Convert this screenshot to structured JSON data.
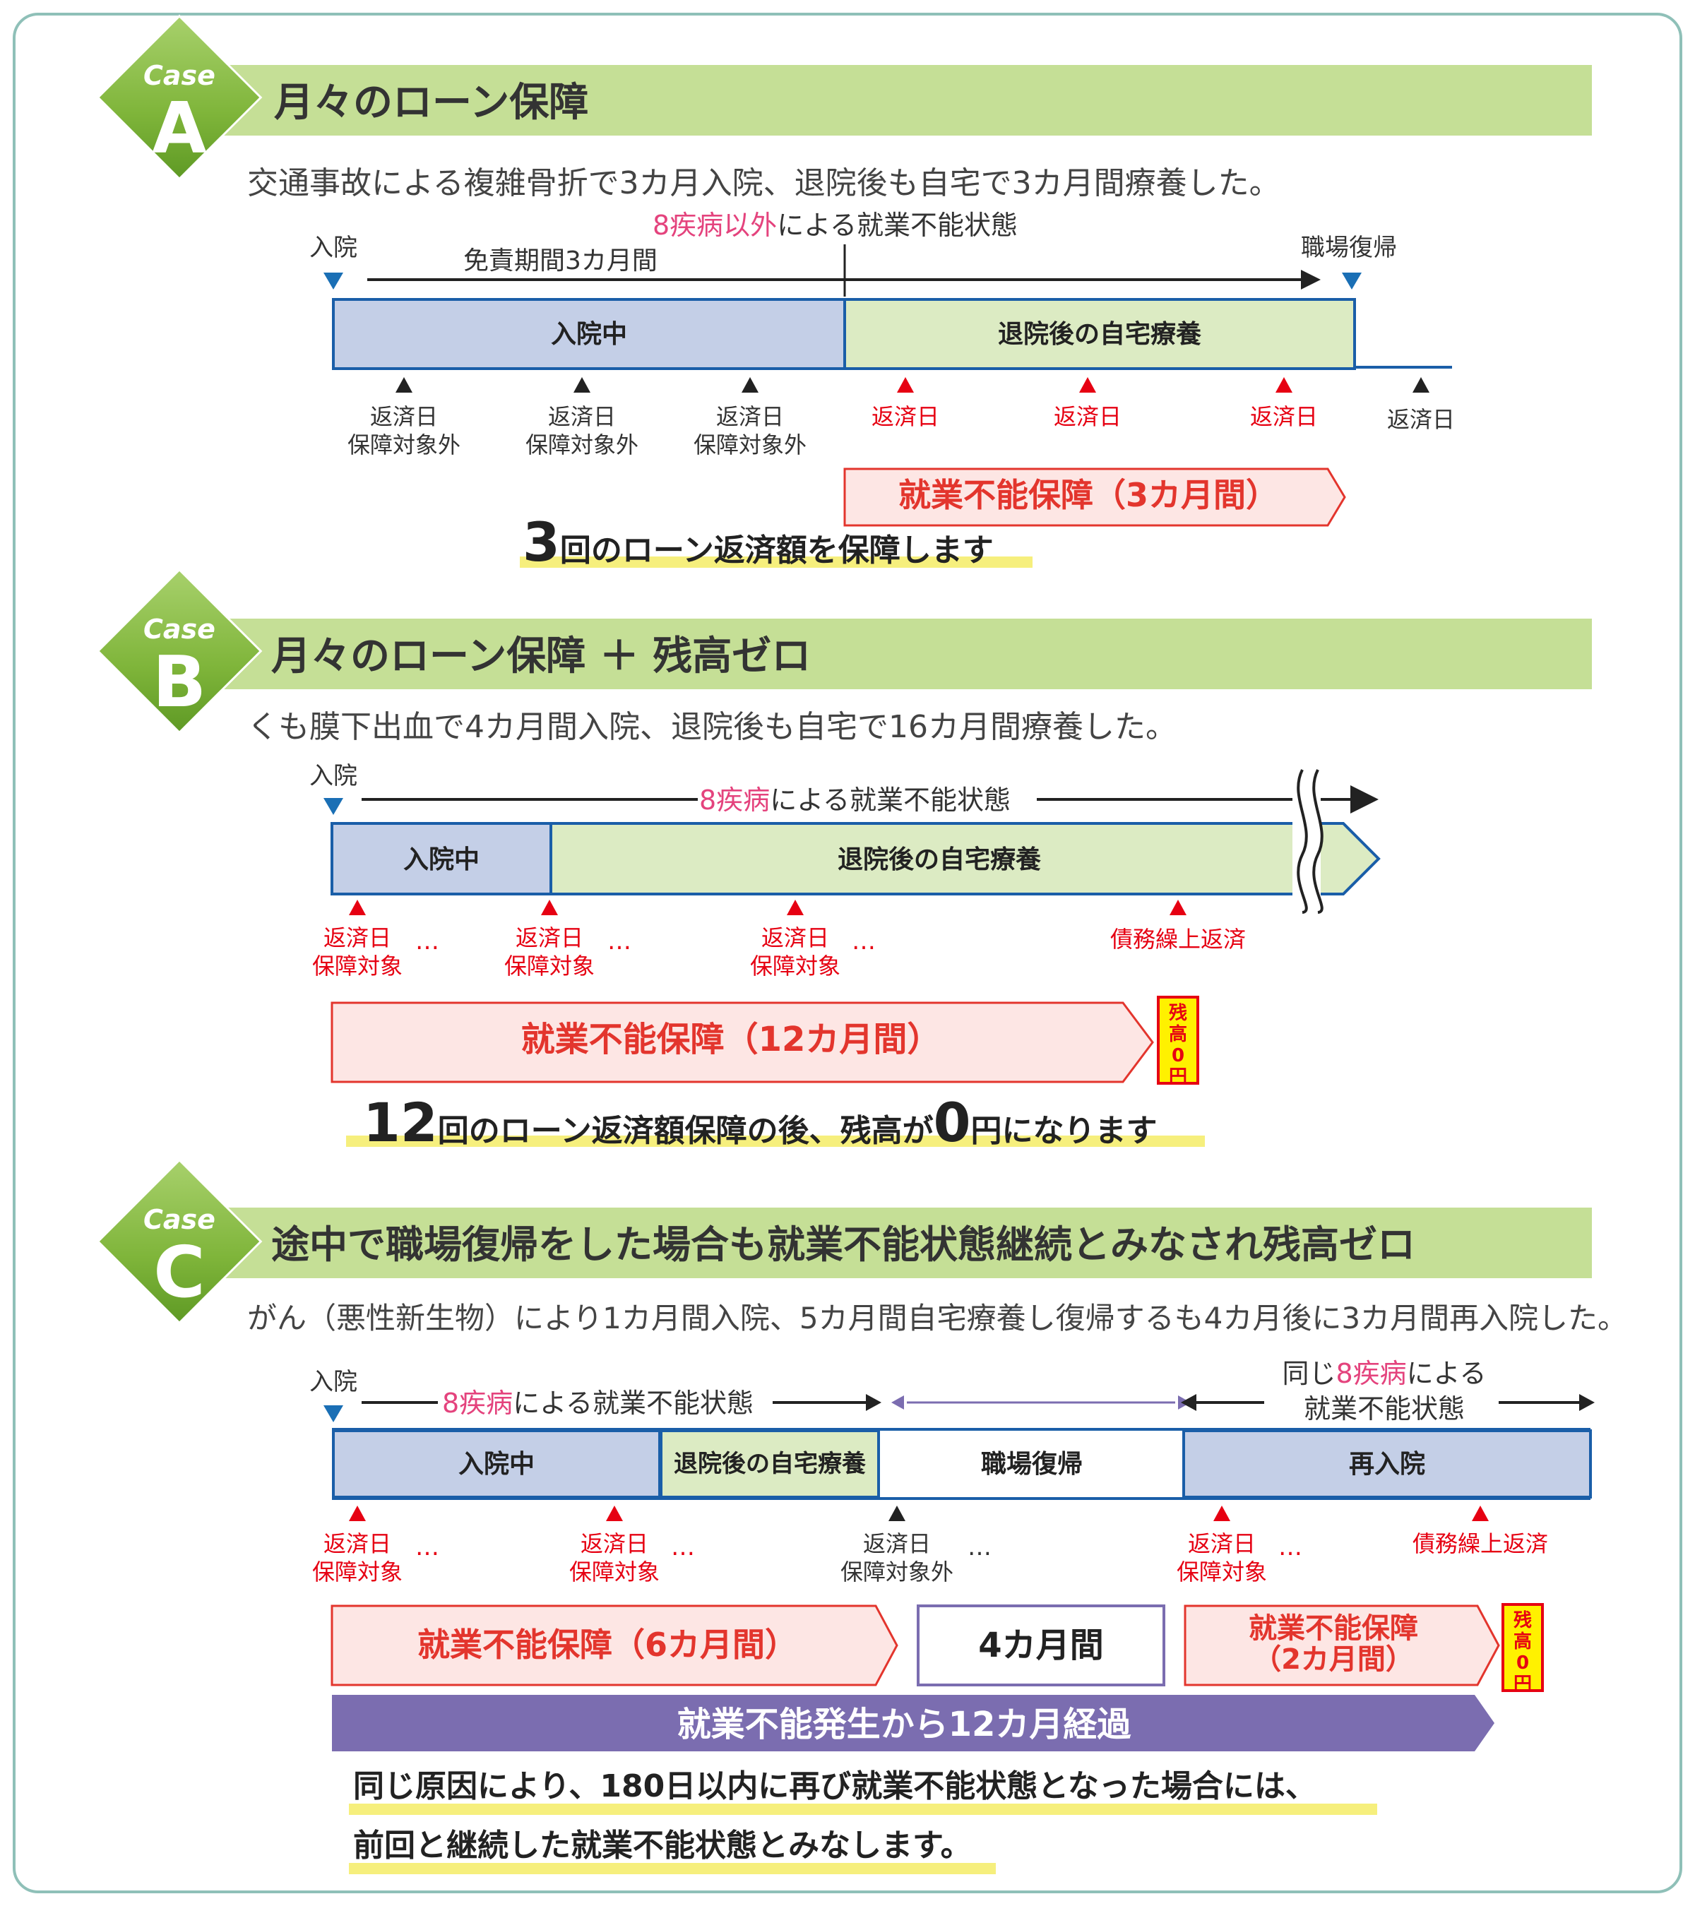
{
  "case_word": "Case",
  "case_a": {
    "letter": "A",
    "title": "月々のローン保障",
    "scenario": "交通事故による複雑骨折で3カ月入院、退院後も自宅で3カ月間療養した。",
    "state_pink": "8疾病以外",
    "state_rest": "による就業不能状態",
    "admit": "入院",
    "exempt": "免責期間3カ月間",
    "return_work": "職場復帰",
    "seg_hospital": "入院中",
    "seg_home": "退院後の自宅療養",
    "pay_date": "返済日",
    "not_covered": "保障対象外",
    "benefit": "就業不能保障（3カ月間）",
    "concl_num": "3",
    "concl_text": "回のローン返済額を保障します"
  },
  "case_b": {
    "letter": "B",
    "title": "月々のローン保障 ＋ 残高ゼロ",
    "scenario": "くも膜下出血で4カ月間入院、退院後も自宅で16カ月間療養した。",
    "admit": "入院",
    "state_pink": "8疾病",
    "state_rest": "による就業不能状態",
    "seg_hospital": "入院中",
    "seg_home": "退院後の自宅療養",
    "pay_date": "返済日",
    "covered": "保障対象",
    "dots": "…",
    "debt_repay": "債務繰上返済",
    "benefit": "就業不能保障（12カ月間）",
    "zero_1": "残",
    "zero_2": "高",
    "zero_3": "0",
    "zero_4": "円",
    "concl_num1": "12",
    "concl_text1": "回のローン返済額保障の後、残高が",
    "concl_num2": "0",
    "concl_text2": "円になります"
  },
  "case_c": {
    "letter": "C",
    "title": "途中で職場復帰をした場合も就業不能状態継続とみなされ残高ゼロ",
    "scenario": "がん（悪性新生物）により1カ月間入院、5カ月間自宅療養し復帰するも4カ月後に3カ月間再入院した。",
    "admit": "入院",
    "state_pink": "8疾病",
    "state_rest": "による就業不能状態",
    "same_1": "同じ",
    "same_pink": "8疾病",
    "same_2": "による",
    "same_3": "就業不能状態",
    "seg_hospital": "入院中",
    "seg_home": "退院後の自宅療養",
    "seg_return": "職場復帰",
    "seg_readmit": "再入院",
    "pay_date": "返済日",
    "covered": "保障対象",
    "not_covered": "保障対象外",
    "dots": "…",
    "debt_repay": "債務繰上返済",
    "benefit_6": "就業不能保障（6カ月間）",
    "months_4": "4カ月間",
    "benefit_2a": "就業不能保障",
    "benefit_2b": "（2カ月間）",
    "elapsed": "就業不能発生から12カ月経過",
    "zero_1": "残",
    "zero_2": "高",
    "zero_3": "0",
    "zero_4": "円",
    "concl_1": "同じ原因により、180日以内に再び就業不能状態となった場合には、",
    "concl_2": "前回と継続した就業不能状態とみなします。"
  },
  "colors": {
    "band": "#c5df96",
    "hospital": "#c4cfe7",
    "home": "#dcebc3",
    "benefit_fill": "#fde6e4",
    "benefit_text": "#e3352d",
    "purple": "#7b6db0",
    "blue_border": "#1a5ea8"
  }
}
